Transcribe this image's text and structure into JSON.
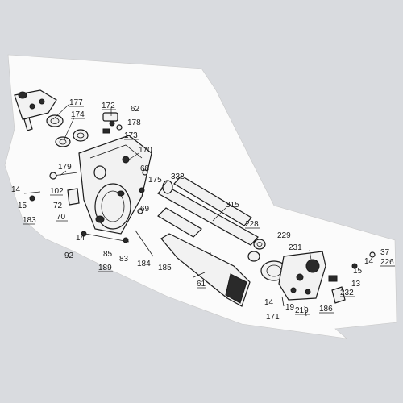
{
  "colors": {
    "background": "#d9dbdf",
    "paper": "#fbfbfb",
    "ink": "#1a1a1a"
  },
  "labels": {
    "l177": "177",
    "l174": "174",
    "l172": "172",
    "l62": "62",
    "l178": "178",
    "l173": "173",
    "l170": "170",
    "l179": "179",
    "l68": "68",
    "l175": "175",
    "l332": "332",
    "l14a": "14",
    "l102": "102",
    "l15a": "15",
    "l72": "72",
    "l183": "183",
    "l70": "70",
    "l69": "69",
    "l315": "315",
    "l228": "228",
    "l229": "229",
    "l231": "231",
    "l37": "37",
    "l14b": "14",
    "l226": "226",
    "l14c": "14",
    "l92": "92",
    "l85": "85",
    "l189": "189",
    "l83": "83",
    "l184": "184",
    "l185": "185",
    "l61": "61",
    "l15b": "15",
    "l13": "13",
    "l232": "232",
    "l14d": "14",
    "l19": "19",
    "l219": "219",
    "l186": "186",
    "l171": "171"
  }
}
